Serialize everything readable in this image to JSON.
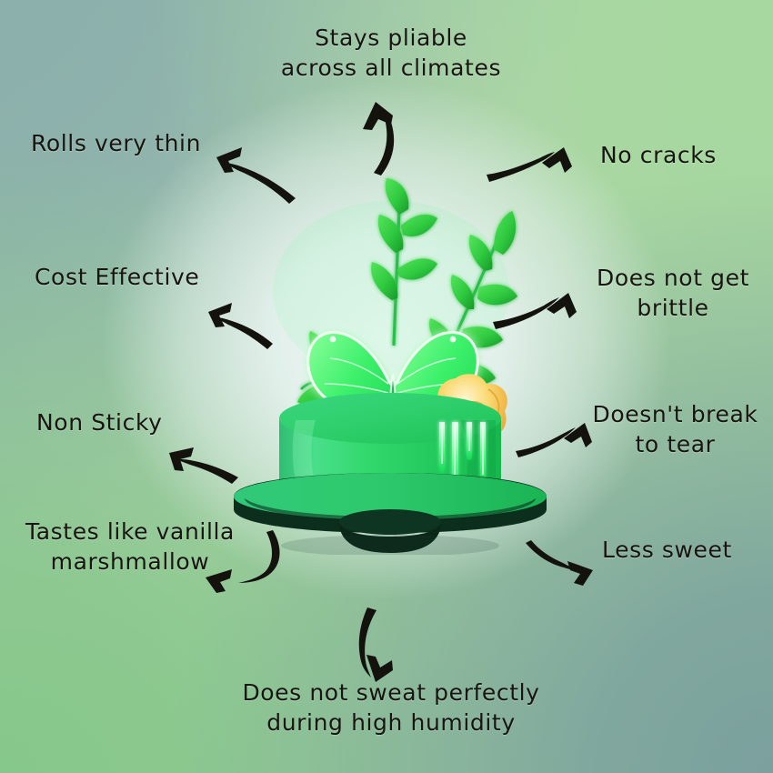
{
  "infographic": {
    "subject": "decorated green fondant cake",
    "background": {
      "corner_top_left": "#8cb0ab",
      "corner_top_right": "#a6d89f",
      "corner_bottom_left": "#88c88b",
      "corner_bottom_right": "#7ba09e",
      "center": "#eef6f4"
    },
    "ink_color": "#17150f"
  },
  "callouts": [
    {
      "id": "pliable",
      "text": "Stays pliable\nacross all climates",
      "arrow": "curve-up"
    },
    {
      "id": "rolls",
      "text": "Rolls very thin",
      "arrow": "curve-up-left"
    },
    {
      "id": "nocracks",
      "text": "No cracks",
      "arrow": "curve-up-right"
    },
    {
      "id": "cost",
      "text": "Cost Effective",
      "arrow": "curve-up-left"
    },
    {
      "id": "brittle",
      "text": "Does not get\nbrittle",
      "arrow": "curve-up-right"
    },
    {
      "id": "nonsticky",
      "text": "Non Sticky",
      "arrow": "curve-up-left"
    },
    {
      "id": "breaktear",
      "text": "Doesn't break\nto tear",
      "arrow": "curve-up-right"
    },
    {
      "id": "vanilla",
      "text": "Tastes like vanilla\nmarshmallow",
      "arrow": "curve-left"
    },
    {
      "id": "lesssweet",
      "text": "Less sweet",
      "arrow": "curve-right"
    },
    {
      "id": "sweat",
      "text": "Does not sweat perfectly\nduring high humidity",
      "arrow": "curve-down"
    }
  ],
  "cake": {
    "body_color": "#2fd06a",
    "body_highlight": "#66e6a0",
    "drip_color": "#39ff7a",
    "board_color": "#2bc968",
    "board_shadow": "#0d2f1e",
    "butterfly_color": "#41f06a",
    "butterfly_glow": "#d9ffe6",
    "leaf_color": "#2fc93f",
    "leaf_dark": "#1f9b2f",
    "rose_color": "#f7c14a",
    "rose_light": "#fdf0c6",
    "parts": [
      "butterfly-topper",
      "leaf-sprigs",
      "yellow-rose",
      "cake-body",
      "neon-drips",
      "cake-board",
      "cake-stand"
    ]
  }
}
